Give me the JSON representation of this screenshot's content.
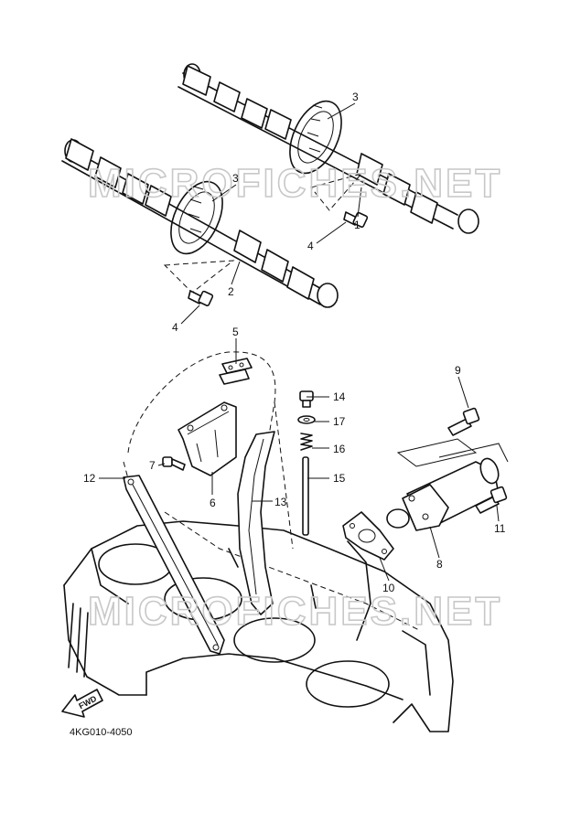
{
  "watermarks": [
    "MICROFICHES.NET",
    "MICROFICHES.NET"
  ],
  "diagram_code": "4KG010-4050",
  "fwd_label": "FWD",
  "callouts": {
    "c1": "1",
    "c2": "2",
    "c3a": "3",
    "c3b": "3",
    "c4a": "4",
    "c4b": "4",
    "c5": "5",
    "c6": "6",
    "c7": "7",
    "c8": "8",
    "c9": "9",
    "c10": "10",
    "c11": "11",
    "c12": "12",
    "c13": "13",
    "c14": "14",
    "c15": "15",
    "c16": "16",
    "c17": "17"
  }
}
